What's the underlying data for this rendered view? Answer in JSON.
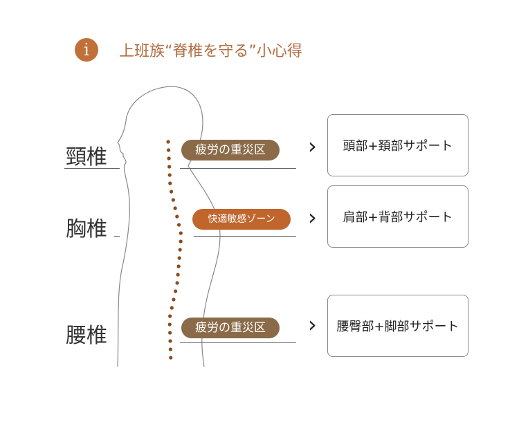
{
  "title": "上班族“脊椎を守る”小心得",
  "info_icon": "i",
  "accent_color": "#c0713a",
  "sections": [
    {
      "label": "頸椎",
      "tag": "疲労の重災区",
      "support": "頭部+頚部サポート"
    },
    {
      "label": "胸椎",
      "tag": "快適敏感ゾーン",
      "support": "肩部+背部サポート"
    },
    {
      "label": "腰椎",
      "tag": "疲労の重災区",
      "support": "腰臀部+脚部サポート"
    }
  ],
  "arrow": "›"
}
